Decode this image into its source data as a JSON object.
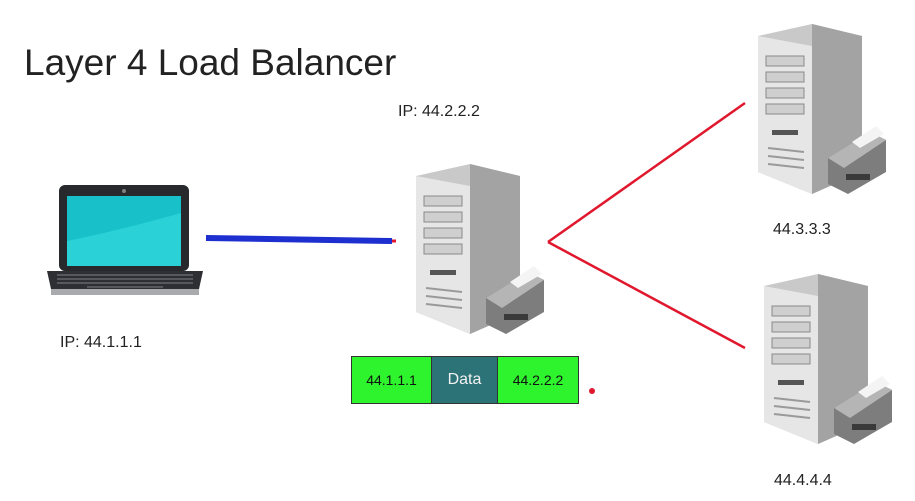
{
  "title": "Layer 4 Load Balancer",
  "client": {
    "ip_label": "IP: 44.1.1.1",
    "icon": "laptop-icon"
  },
  "load_balancer": {
    "ip_label": "IP: 44.2.2.2",
    "icon": "server-icon"
  },
  "servers": [
    {
      "ip_label": "44.3.3.3",
      "icon": "server-icon"
    },
    {
      "ip_label": "44.4.4.4",
      "icon": "server-icon"
    }
  ],
  "packet": {
    "source": "44.1.1.1",
    "payload": "Data",
    "destination": "44.2.2.2"
  },
  "colors": {
    "client_link": "#1e2fd0",
    "server_link": "#e0182e",
    "address_cell": "#2ef42e",
    "data_cell": "#2c7377"
  }
}
